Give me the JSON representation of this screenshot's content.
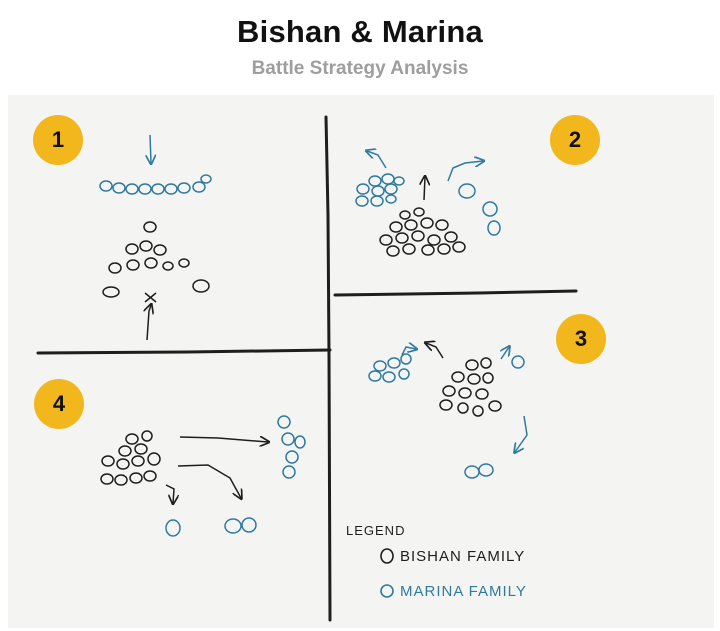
{
  "header": {
    "title": "Bishan & Marina",
    "subtitle": "Battle Strategy Analysis"
  },
  "quadrants": [
    {
      "number": "1"
    },
    {
      "number": "2"
    },
    {
      "number": "3"
    },
    {
      "number": "4"
    }
  ],
  "legend": {
    "heading": "LEGEND",
    "items": [
      {
        "label": "BISHAN FAMILY",
        "color": "#1e1e1e"
      },
      {
        "label": "MARINA FAMILY",
        "color": "#2f7aa0"
      }
    ]
  },
  "colors": {
    "badge": "#f2b71c",
    "ink_black": "#1e1e1e",
    "ink_blue": "#2f7aa0",
    "board": "#f4f4f2"
  }
}
